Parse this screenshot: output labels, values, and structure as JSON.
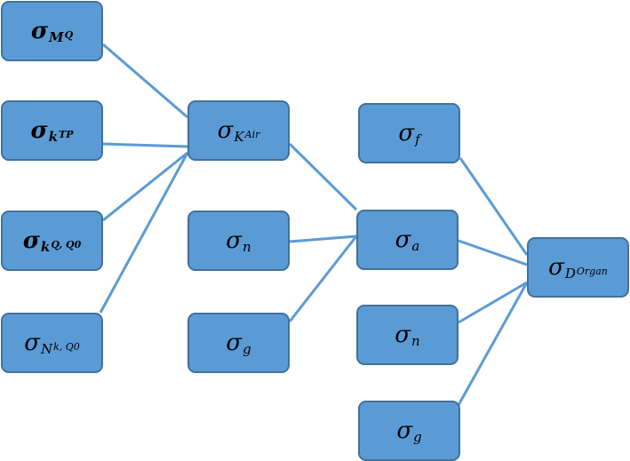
{
  "nodes": {
    "mq": {
      "symbol": "σ",
      "sub": "M",
      "subsub": "Q"
    },
    "ktp": {
      "symbol": "σ",
      "sub": "k",
      "subsub": "TP"
    },
    "kq": {
      "symbol": "σ",
      "sub": "k",
      "subsub": "Q, Q0"
    },
    "nk": {
      "symbol": "σ",
      "sub": "N",
      "subsub": "k, Q0"
    },
    "kair": {
      "symbol": "σ",
      "sub": "K",
      "subsub": "Air"
    },
    "n1": {
      "symbol": "σ",
      "sub": "n"
    },
    "g1": {
      "symbol": "σ",
      "sub": "g"
    },
    "f": {
      "symbol": "σ",
      "sub": "f"
    },
    "a": {
      "symbol": "σ",
      "sub": "a"
    },
    "n2": {
      "symbol": "σ",
      "sub": "n"
    },
    "g2": {
      "symbol": "σ",
      "sub": "g"
    },
    "dorgan": {
      "symbol": "σ",
      "sub": "D",
      "subsub": "Organ"
    }
  },
  "edges": [
    [
      "mq",
      "kair"
    ],
    [
      "ktp",
      "kair"
    ],
    [
      "kq",
      "kair"
    ],
    [
      "nk",
      "kair"
    ],
    [
      "kair",
      "a"
    ],
    [
      "n1",
      "a"
    ],
    [
      "g1",
      "a"
    ],
    [
      "f",
      "dorgan"
    ],
    [
      "a",
      "dorgan"
    ],
    [
      "n2",
      "dorgan"
    ],
    [
      "g2",
      "dorgan"
    ]
  ],
  "colors": {
    "node_fill": "#5b9bd5",
    "node_border": "#41719c",
    "edge": "#5b9bd5",
    "text": "#000000"
  }
}
